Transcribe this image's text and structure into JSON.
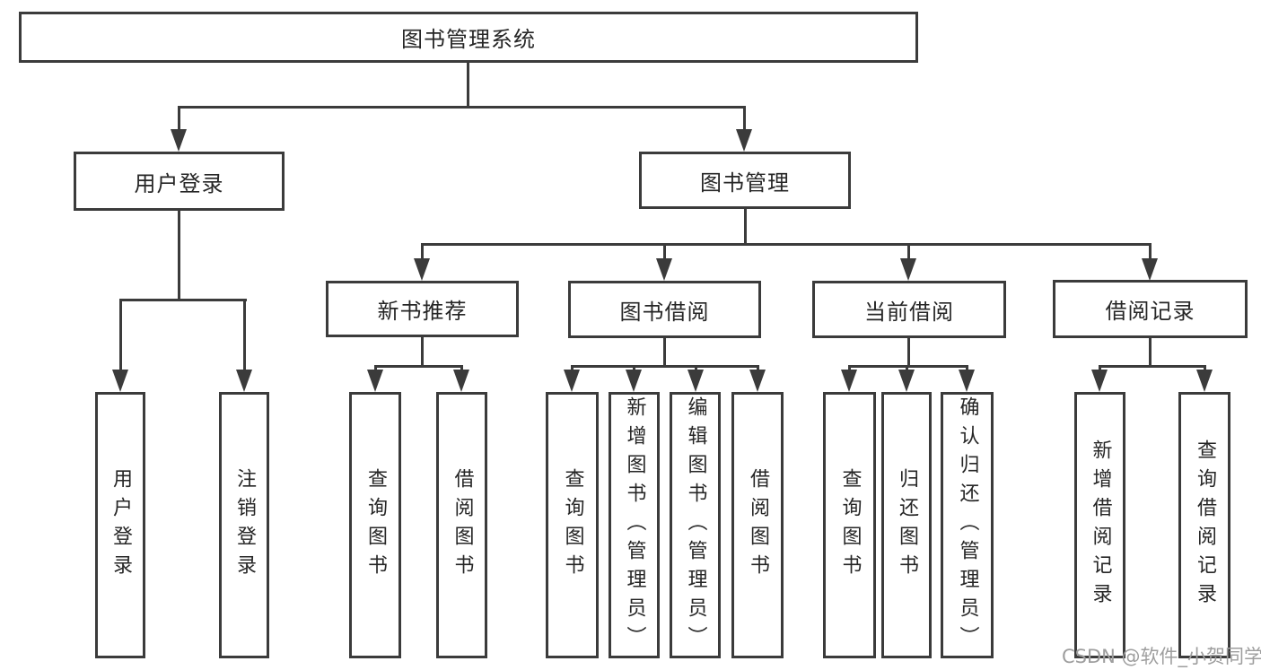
{
  "diagram": {
    "type": "tree",
    "root": {
      "label": "图书管理系统"
    },
    "level2": [
      {
        "label": "用户登录"
      },
      {
        "label": "图书管理"
      }
    ],
    "level3": [
      {
        "label": "新书推荐",
        "parent": "图书管理"
      },
      {
        "label": "图书借阅",
        "parent": "图书管理"
      },
      {
        "label": "当前借阅",
        "parent": "图书管理"
      },
      {
        "label": "借阅记录",
        "parent": "图书管理"
      }
    ],
    "leaves": [
      {
        "label": "用户登录",
        "parent": "用户登录"
      },
      {
        "label": "注销登录",
        "parent": "用户登录"
      },
      {
        "label": "查询图书",
        "parent": "新书推荐"
      },
      {
        "label": "借阅图书",
        "parent": "新书推荐"
      },
      {
        "label": "查询图书",
        "parent": "图书借阅"
      },
      {
        "label": "新增图书（管理员）",
        "parent": "图书借阅"
      },
      {
        "label": "编辑图书（管理员）",
        "parent": "图书借阅"
      },
      {
        "label": "借阅图书",
        "parent": "图书借阅"
      },
      {
        "label": "查询图书",
        "parent": "当前借阅"
      },
      {
        "label": "归还图书",
        "parent": "当前借阅"
      },
      {
        "label": "确认归还（管理员）",
        "parent": "当前借阅"
      },
      {
        "label": "新增借阅记录",
        "parent": "借阅记录"
      },
      {
        "label": "查询借阅记录",
        "parent": "借阅记录"
      }
    ],
    "colors": {
      "line": "#3b3b3b",
      "text": "#262626",
      "box_background": "#ffffff",
      "watermark": "#9e9e9e"
    },
    "watermark": "CSDN @软件_小贺同学"
  }
}
